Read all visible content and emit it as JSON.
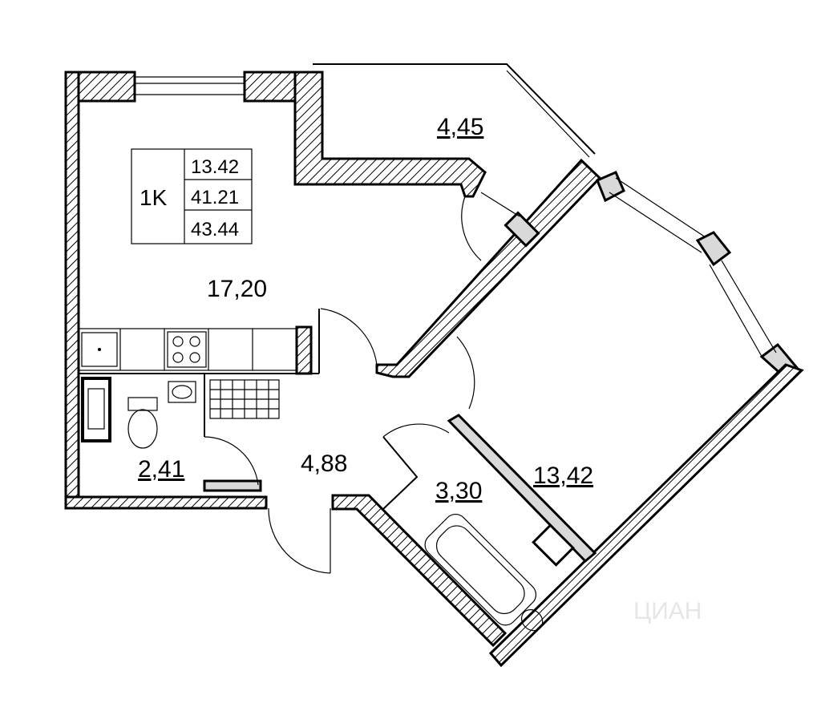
{
  "summary_table": {
    "type_label": "1K",
    "living_area": "13.42",
    "total_area": "41.21",
    "area_with_balcony": "43.44"
  },
  "rooms": {
    "kitchen_living": "17,20",
    "balcony": "4,45",
    "bedroom": "13,42",
    "hallway": "4,88",
    "toilet": "2,41",
    "bathroom": "3,30"
  },
  "watermark": "ЦИАН"
}
